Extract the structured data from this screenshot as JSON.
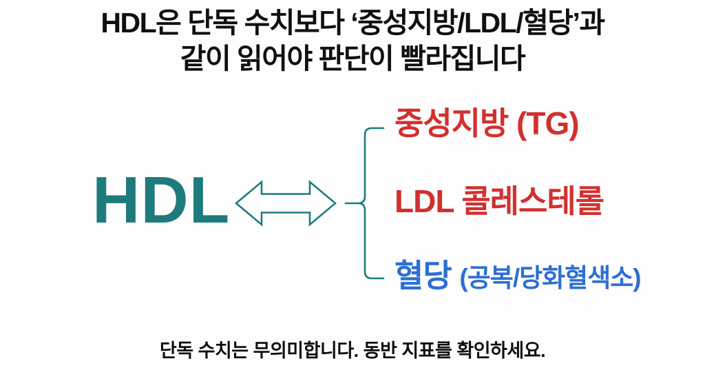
{
  "page": {
    "background_color": "#fdfdfd",
    "accent_teal": "#1e7b7d",
    "alert_red": "#d2302e",
    "info_blue": "#2d6fd2",
    "text_black": "#101010"
  },
  "title": {
    "line1": "HDL은 단독 수치보다 ‘중성지방/LDL/혈당’과",
    "line2": "같이 읽어야 판단이 빨라집니다",
    "color": "#101010"
  },
  "diagram": {
    "subject": {
      "label": "HDL",
      "color": "#1e7b7d"
    },
    "arrow": {
      "icon": "double-headed-arrow",
      "color": "#1e7b7d"
    },
    "brace": {
      "icon": "curly-brace",
      "color": "#1e7b7d"
    },
    "items": [
      {
        "label": "중성지방 (TG)",
        "sub_label": "",
        "color": "#d2302e"
      },
      {
        "label": "LDL 콜레스테롤",
        "sub_label": "",
        "color": "#d2302e"
      },
      {
        "label": "혈당",
        "sub_label": "(공복/당화혈색소)",
        "color": "#2d6fd2"
      }
    ]
  },
  "footer": {
    "note": "단독 수치는 무의미합니다. 동반 지표를 확인하세요.",
    "color": "#101010"
  }
}
